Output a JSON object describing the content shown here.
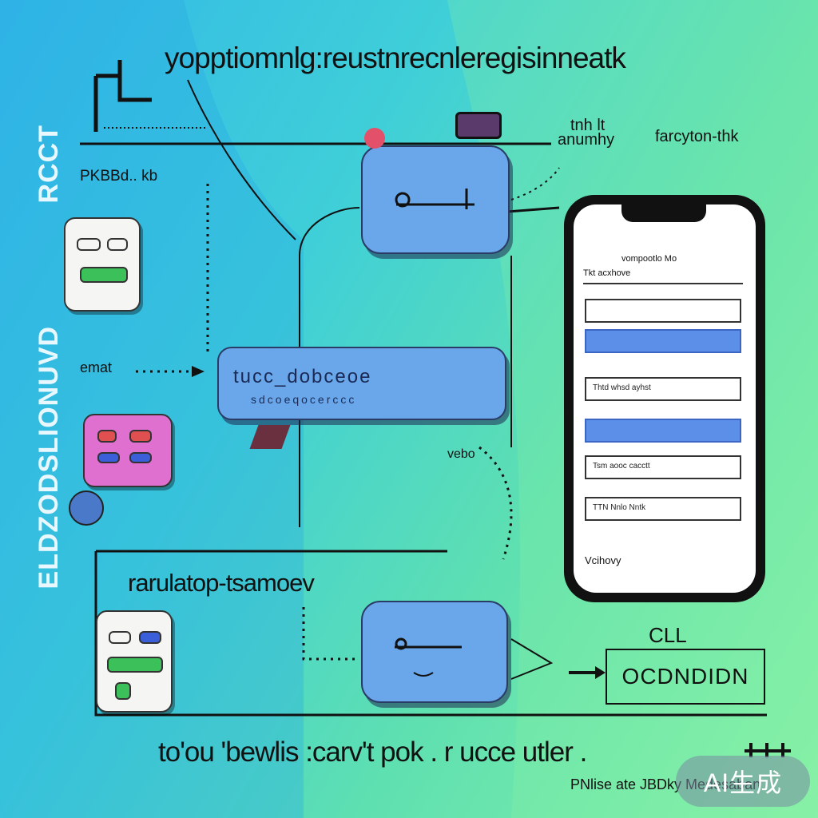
{
  "title": "yopptiomnlg:reustnrecnleregisinneatk",
  "labels": {
    "top_right_1": "tnh lt",
    "top_right_2": "anumhy",
    "top_right_3": "farcyton-thk",
    "left_top": "PKBBd.. kb",
    "left_mid": "emat",
    "mid_right": "vebo",
    "sub_title": "rarulatop-tsamoev",
    "bottom_line": "to'ou 'bewlis :carv't pok . r ucce utler .",
    "footnote": "PNlise ate JBDky Medesaban",
    "box_label": "OCDNDIDN",
    "box_top": "CLL",
    "badge": "AI生成"
  },
  "vertical_labels": {
    "left_top": "RCCT",
    "left_long": "ELDZODSLIONUVD"
  },
  "cards": {
    "middle_text": "tucc_dobceoe",
    "middle_sub": "sdcoeqocerccc"
  },
  "phone": {
    "header": "vompootlo  Mo",
    "sub": "Tkt acxhove",
    "field3": "Thtd whsd ayhst",
    "field5": "Tsm aooc cacctt",
    "field6": "TTN Nnlo Nntk",
    "footer": "Vcihovy"
  },
  "colors": {
    "bg_blue": "#33b8e8",
    "bg_green": "#86f0a8",
    "card_blue": "#6aa7ea",
    "field_blue": "#5b8fe8",
    "device_pink": "#e070d0"
  }
}
